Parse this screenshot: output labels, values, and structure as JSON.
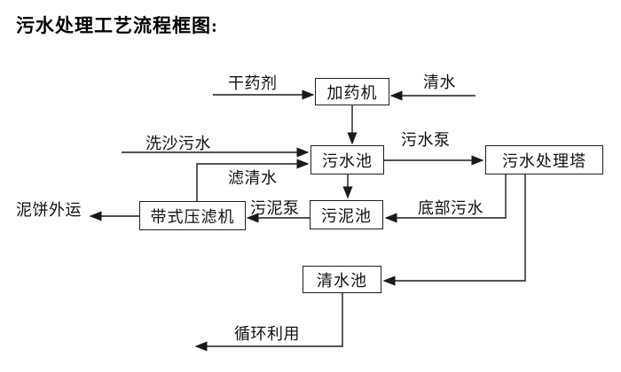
{
  "title": "污水处理工艺流程框图:",
  "diagram": {
    "background": "#ffffff",
    "line_color": "#1a1a1a",
    "nodes": [
      {
        "id": "dosing-machine",
        "label": "加药机"
      },
      {
        "id": "sewage-pool",
        "label": "污水池"
      },
      {
        "id": "sewage-treatment-tower",
        "label": "污水处理塔"
      },
      {
        "id": "sludge-pool",
        "label": "污泥池"
      },
      {
        "id": "belt-filter-press",
        "label": "带式压滤机"
      },
      {
        "id": "clean-water-pool",
        "label": "清水池"
      }
    ],
    "connections": [
      {
        "source": "external",
        "target": "加药机",
        "label": "干药剂"
      },
      {
        "source": "external",
        "target": "加药机",
        "label": "清水"
      },
      {
        "source": "加药机",
        "target": "污水池",
        "label": ""
      },
      {
        "source": "external",
        "target": "污水池",
        "label": "洗沙污水"
      },
      {
        "source": "带式压滤机",
        "target": "污水池",
        "label": "滤清水"
      },
      {
        "source": "污水池",
        "target": "污水处理塔",
        "label": "污水泵"
      },
      {
        "source": "污水池",
        "target": "污泥池",
        "label": ""
      },
      {
        "source": "污水处理塔",
        "target": "污泥池",
        "label": "底部污水"
      },
      {
        "source": "污水处理塔",
        "target": "清水池",
        "label": ""
      },
      {
        "source": "污泥池",
        "target": "带式压滤机",
        "label": "污泥泵"
      },
      {
        "source": "带式压滤机",
        "target": "external",
        "label": "泥饼外运"
      },
      {
        "source": "清水池",
        "target": "external",
        "label": "循环利用"
      }
    ]
  }
}
